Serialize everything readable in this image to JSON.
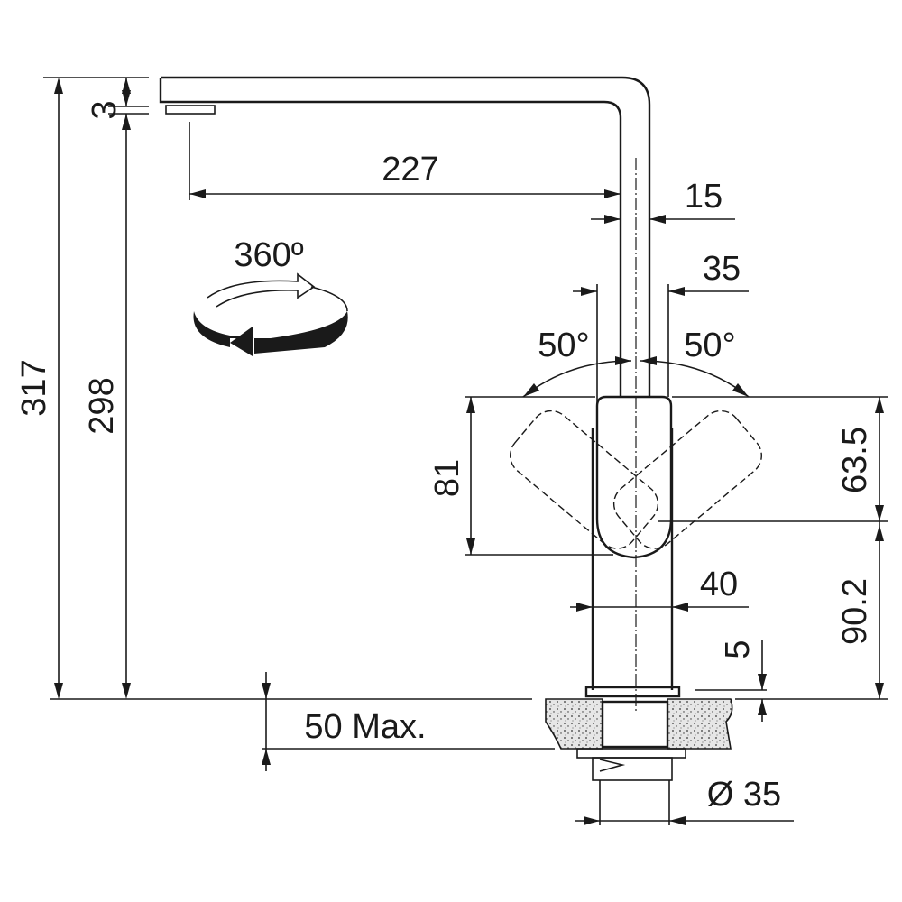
{
  "dimensions": {
    "spout_offset": "3",
    "total_height": "317",
    "spout_height": "298",
    "spout_reach": "227",
    "spout_diameter": "15",
    "neck_width": "35",
    "rotation": "360º",
    "lever_angle_left": "50°",
    "lever_angle_right": "50°",
    "handle_height": "81",
    "handle_top": "63.5",
    "body_height": "90.2",
    "body_width": "40",
    "base_gap": "5",
    "counter_thickness": "50 Max.",
    "hole_diameter": "Ø 35"
  },
  "colors": {
    "line": "#1a1a1a",
    "counter_fill": "#e6e6e6"
  }
}
